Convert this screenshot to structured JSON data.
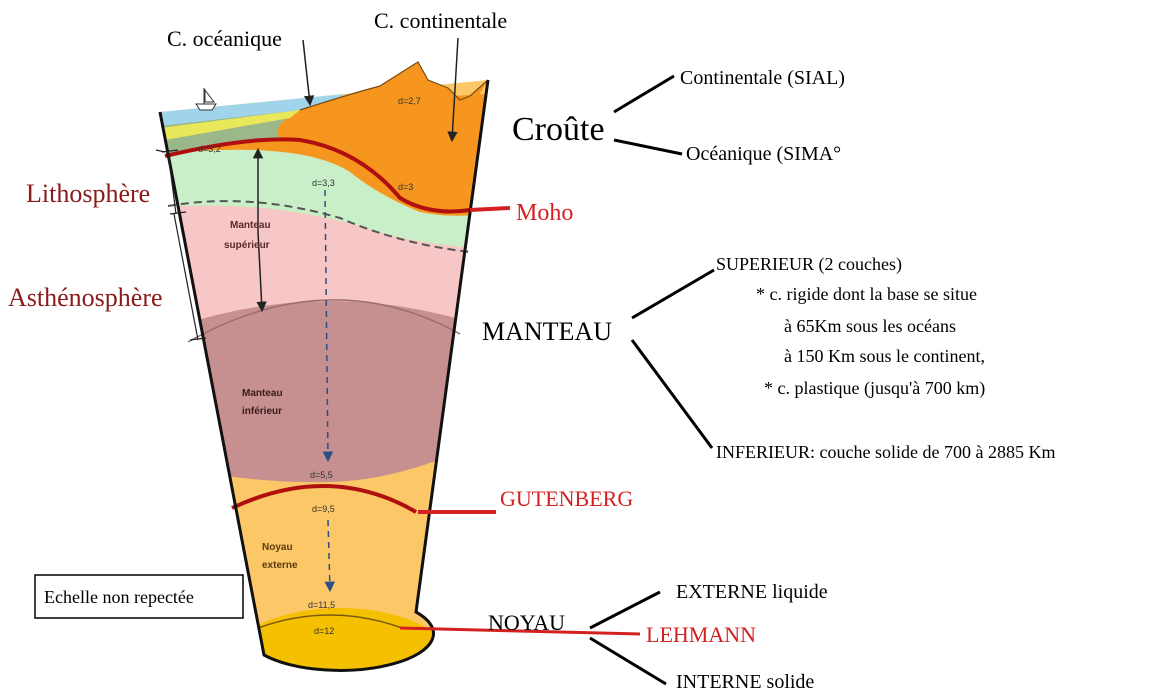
{
  "diagram": {
    "labels": {
      "oceanic_crust": "C. océanique",
      "continental_crust": "C. continentale",
      "lithosphere": "Lithosphère",
      "asthenosphere": "Asthénosphère",
      "croute": "Croûte",
      "sial": "Continentale (SIAL)",
      "sima": "Océanique (SIMA°",
      "moho": "Moho",
      "manteau": "MANTEAU",
      "sup_title": "SUPERIEUR (2 couches)",
      "sup_line1": "* c. rigide dont la base se  situe",
      "sup_line2": "à 65Km sous les océans",
      "sup_line3": "à 150 Km sous le continent,",
      "sup_line4": "* c. plastique (jusqu'à 700 km)",
      "inferieur": "INFERIEUR: couche solide de 700 à 2885 Km",
      "gutenberg": "GUTENBERG",
      "noyau": "NOYAU",
      "externe": "EXTERNE  liquide",
      "interne": "INTERNE   solide",
      "lehmann": "LEHMANN",
      "echelle": "Echelle non repectée"
    },
    "inner_labels": {
      "d_2_7": "d=2,7",
      "d_3_2": "d=3,2",
      "d_3_3": "d=3,3",
      "d_3": "d=3",
      "manteau_sup_1": "Manteau",
      "manteau_sup_2": "supérieur",
      "manteau_inf_1": "Manteau",
      "manteau_inf_2": "inférieur",
      "d_5_5": "d=5,5",
      "d_9_5": "d=9,5",
      "noyau_ext_1": "Noyau",
      "noyau_ext_2": "externe",
      "d_11_5": "d=11,5",
      "d_12": "d=12"
    },
    "colors": {
      "continental_crust": "#f7961e",
      "oceanic_crust": "#9ab88a",
      "ocean": "#9fd4ea",
      "rigid_mantle": "#c8efc8",
      "asthenosphere": "#f7c6c6",
      "lower_mantle": "#c69090",
      "outer_core": "#fcc766",
      "inner_core": "#f5c000",
      "boundary": "#b00f0f",
      "annotation_red": "#d42020",
      "label_dark_red": "#8b1a1a"
    }
  }
}
